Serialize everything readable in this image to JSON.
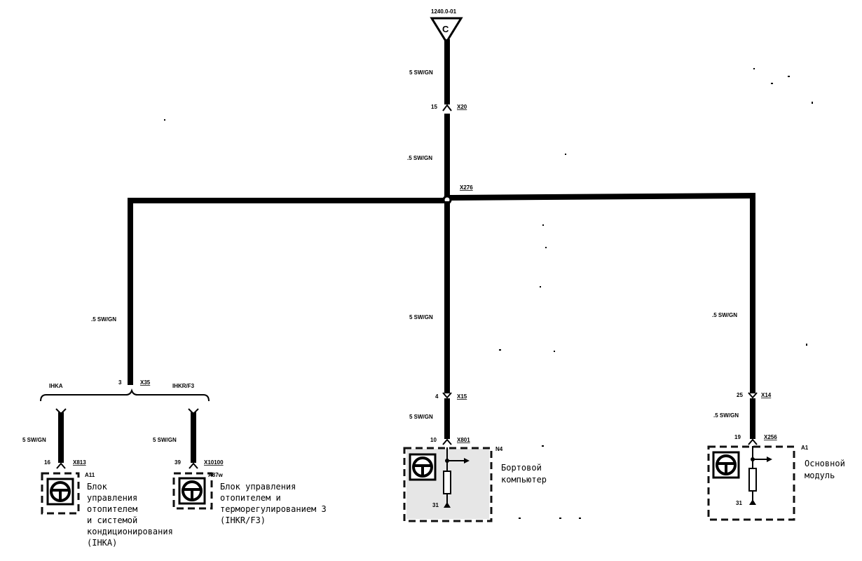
{
  "top_connector": {
    "ref": "1240.0-01",
    "letter": "C"
  },
  "wire_labels": {
    "main_top": "5 SW/GN",
    "main_mid": ".5 SW/GN",
    "left_branch": ".5 SW/GN",
    "center_branch": "5 SW/GN",
    "right_branch": ".5 SW/GN",
    "center_lower": "5 SW/GN",
    "right_lower": ".5 SW/GN",
    "left_sub_a": "5 SW/GN",
    "left_sub_b": "5 SW/GN"
  },
  "connectors": {
    "x20": {
      "name": "X20",
      "pin": "15"
    },
    "x276": {
      "name": "X276"
    },
    "x35": {
      "name": "X35",
      "pin": "3"
    },
    "x15": {
      "name": "X15",
      "pin": "4"
    },
    "x14": {
      "name": "X14",
      "pin": "25"
    },
    "x813": {
      "name": "X813",
      "pin": "16"
    },
    "x10100": {
      "name": "X10100",
      "pin": "39"
    },
    "x801": {
      "name": "X801",
      "pin": "10"
    },
    "x256": {
      "name": "X256",
      "pin": "19"
    }
  },
  "variant_labels": {
    "left": "IHKA",
    "right": "IHKR/F3"
  },
  "components": {
    "a11": {
      "id": "A11",
      "lines": [
        "Блок",
        "управления",
        "отопителем",
        "и системой",
        "кондиционирования",
        "(IHKA)"
      ]
    },
    "a87w": {
      "id": "A87w",
      "lines": [
        "Блок управления",
        "отопителем и",
        "терморегулированием 3",
        "(IHKR/F3)"
      ]
    },
    "n4": {
      "id": "N4",
      "pin_label": "31",
      "lines": [
        "Бортовой",
        "компьютер"
      ]
    },
    "a1": {
      "id": "A1",
      "pin_label": "31",
      "lines": [
        "Основной",
        "модуль"
      ]
    }
  }
}
